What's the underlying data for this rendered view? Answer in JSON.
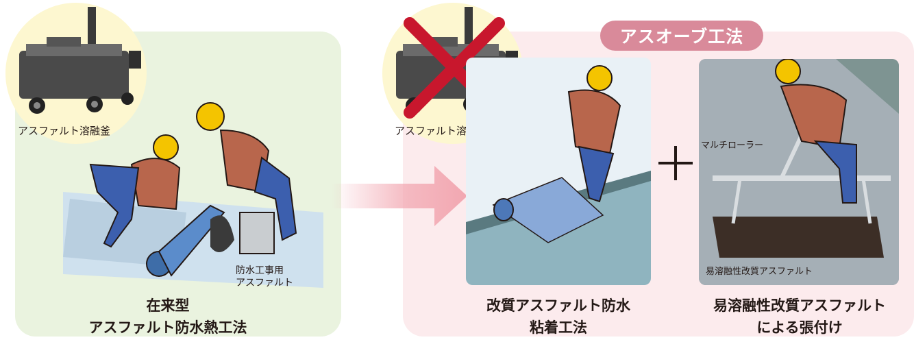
{
  "method_label": "アスオーブ工法",
  "kettle_label": "アスファルト溶融釜",
  "left": {
    "title_line1": "在来型",
    "title_line2": "アスファルト防水熱工法",
    "callout_line1": "防水工事用",
    "callout_line2": "アスファルト"
  },
  "middle": {
    "title_line1": "改質アスファルト防水",
    "title_line2": "粘着工法"
  },
  "right": {
    "title_line1": "易溶融性改質アスファルト",
    "title_line2": "による張付け",
    "roller_label": "マルチローラー",
    "material_label": "易溶融性改質アスファルト"
  },
  "colors": {
    "left_panel": "#eaf3df",
    "right_panel": "#fcebed",
    "pill": "#d98a9a",
    "arrow": "#f2a7b1",
    "cross": "#c8172d",
    "circle": "#fdf7d0"
  },
  "icons": [
    "asphalt-kettle-icon",
    "cross-mark-icon",
    "arrow-right-icon",
    "plus-icon",
    "worker-icon"
  ]
}
